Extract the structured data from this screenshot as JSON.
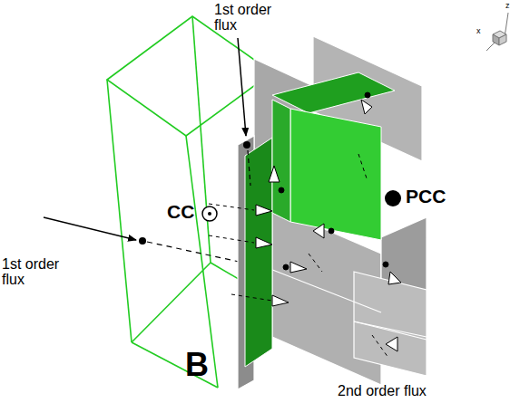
{
  "diagram": {
    "labels": [
      "1st order flux",
      "CC",
      "PCC",
      "1st order flux",
      "B",
      "2nd order flux",
      "z",
      "x"
    ]
  }
}
